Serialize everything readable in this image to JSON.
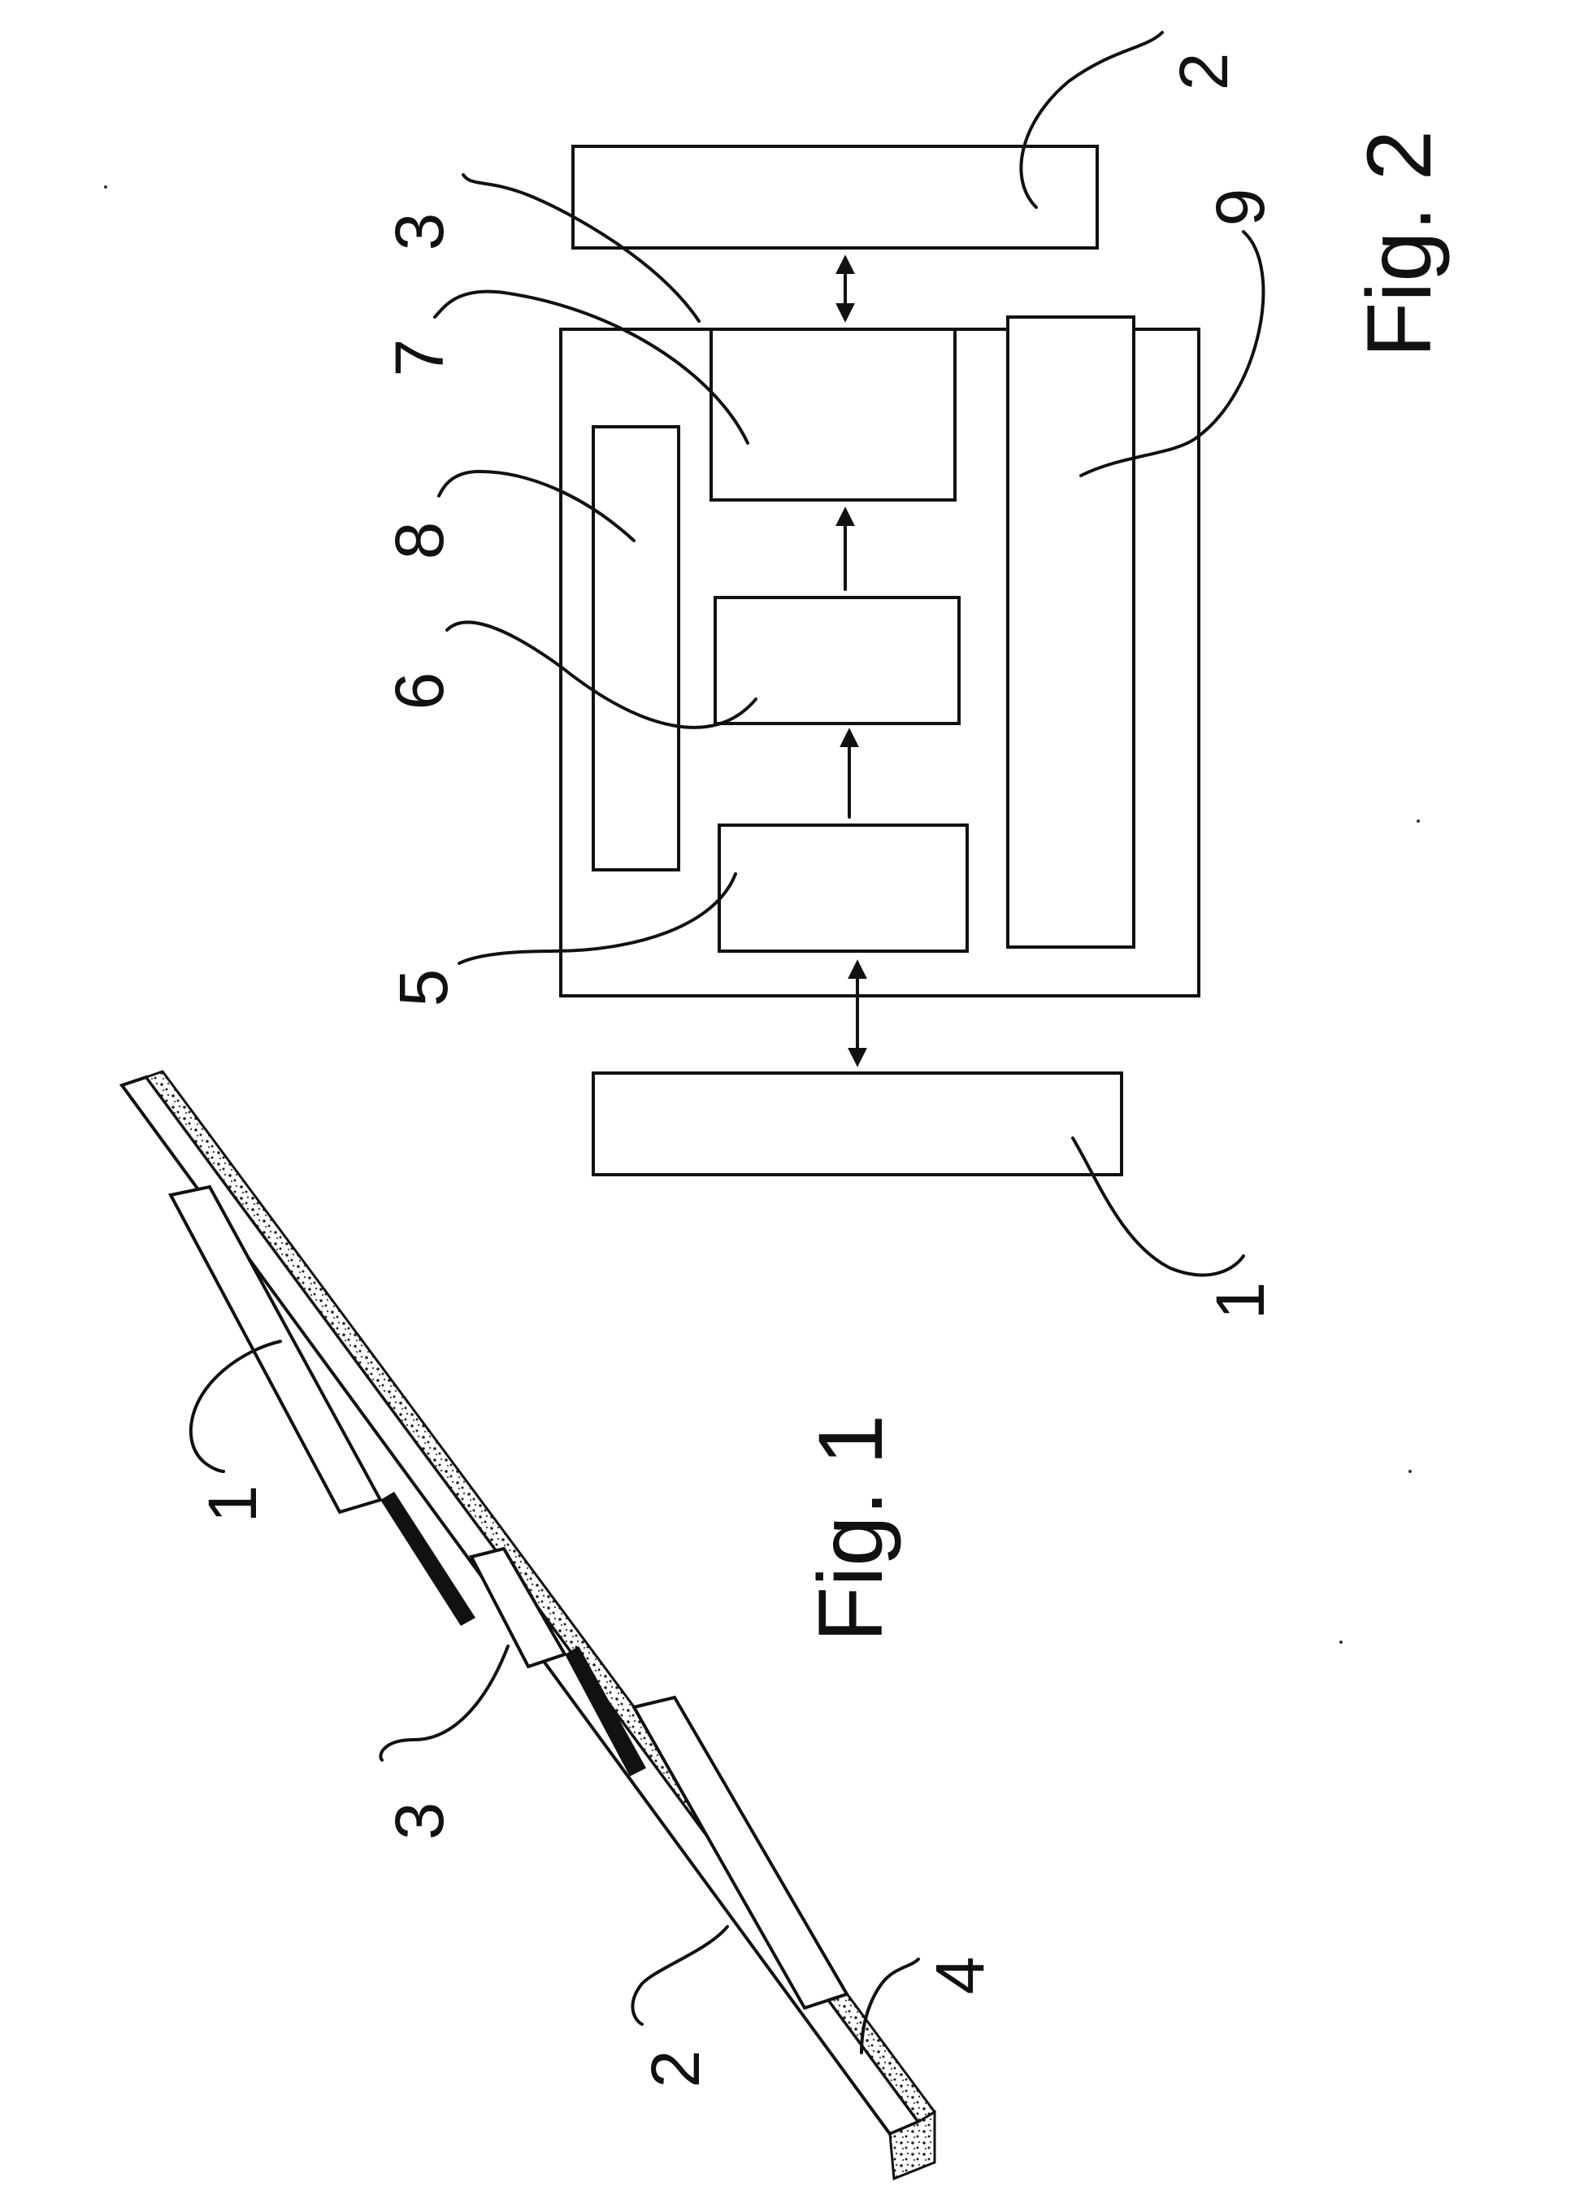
{
  "figures": {
    "fig1": {
      "caption": "Fig. 1",
      "labels": {
        "l1": "1",
        "l2": "2",
        "l3": "3",
        "l4": "4"
      }
    },
    "fig2": {
      "caption": "Fig. 2",
      "labels": {
        "l1": "1",
        "l2": "2",
        "l3": "3",
        "l5": "5",
        "l6": "6",
        "l7": "7",
        "l8": "8",
        "l9": "9"
      }
    }
  },
  "colors": {
    "ink": "#111111",
    "paper": "#ffffff"
  }
}
